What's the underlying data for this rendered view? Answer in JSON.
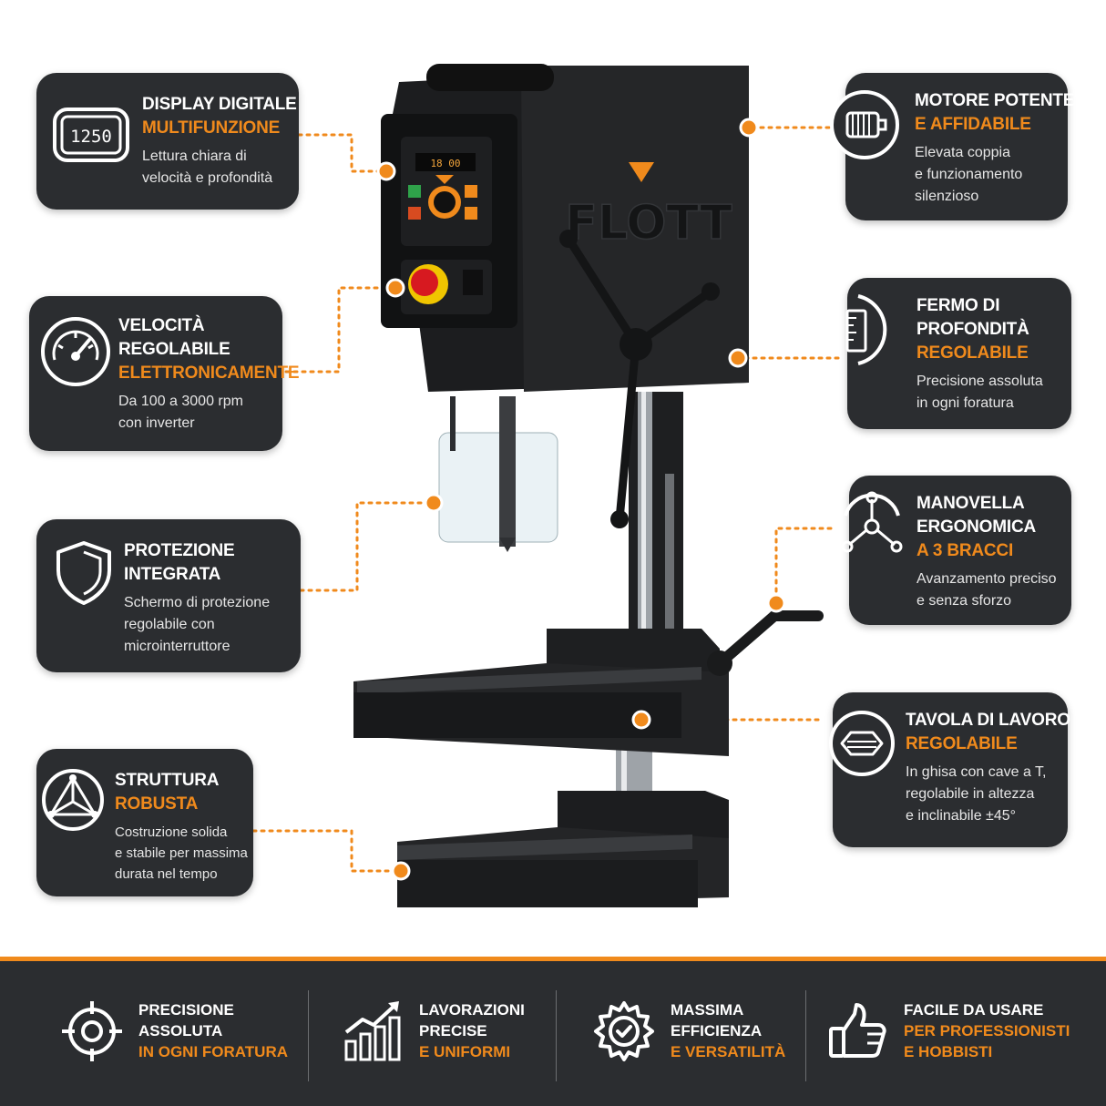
{
  "brand": {
    "logo": "FLOTT",
    "display_reading": "1250",
    "accent_color": "#f08a1c",
    "card_color": "#2b2d30"
  },
  "features": {
    "display": {
      "icon": "digital-display-icon",
      "line1": "DISPLAY DIGITALE",
      "line2": "MULTIFUNZIONE",
      "desc": "Lettura chiara di\nvelocità e profondità"
    },
    "speed": {
      "icon": "speedometer-icon",
      "line1a": "VELOCITÀ",
      "line1b": "REGOLABILE",
      "line2": "ELETTRONICAMENTE",
      "desc": "Da 100 a 3000 rpm\ncon inverter"
    },
    "guard": {
      "icon": "shield-icon",
      "line1a": "PROTEZIONE",
      "line1b": "INTEGRATA",
      "desc": "Schermo di protezione\nregolabile con\nmicrointerruttore"
    },
    "structure": {
      "icon": "triangle-structure-icon",
      "line1": "STRUTTURA",
      "line2": "ROBUSTA",
      "desc": "Costruzione solida\ne stabile per massima\ndurata nel tempo"
    },
    "motor": {
      "icon": "motor-icon",
      "line1": "MOTORE POTENTE",
      "line2": "E AFFIDABILE",
      "desc": "Elevata coppia\ne funzionamento\nsilenzioso"
    },
    "depth": {
      "icon": "ruler-icon",
      "line1a": "FERMO DI",
      "line1b": "PROFONDITÀ",
      "line2": "REGOLABILE",
      "desc": "Precisione assoluta\nin ogni foratura"
    },
    "handle": {
      "icon": "three-arm-handle-icon",
      "line1a": "MANOVELLA",
      "line1b": "ERGONOMICA",
      "line2": "A 3 BRACCI",
      "desc": "Avanzamento preciso\ne senza sforzo"
    },
    "table": {
      "icon": "worktable-icon",
      "line1": "TAVOLA DI LAVORO",
      "line2": "REGOLABILE",
      "desc": "In ghisa con cave a T,\nregolabile in altezza\ne inclinabile ±45°"
    }
  },
  "bottom": [
    {
      "icon": "target-icon",
      "w1": "PRECISIONE",
      "w2": "ASSOLUTA",
      "o1": "IN OGNI FORATURA",
      "o2": ""
    },
    {
      "icon": "growth-chart-icon",
      "w1": "LAVORAZIONI",
      "w2": "PRECISE",
      "o1": "E UNIFORMI",
      "o2": ""
    },
    {
      "icon": "gear-check-icon",
      "w1": "MASSIMA",
      "w2": "EFFICIENZA",
      "o1": "E VERSATILITÀ",
      "o2": ""
    },
    {
      "icon": "thumbs-up-icon",
      "w1": "FACILE DA USARE",
      "w2": "",
      "o1": "PER PROFESSIONISTI",
      "o2": "E HOBBISTI"
    }
  ]
}
